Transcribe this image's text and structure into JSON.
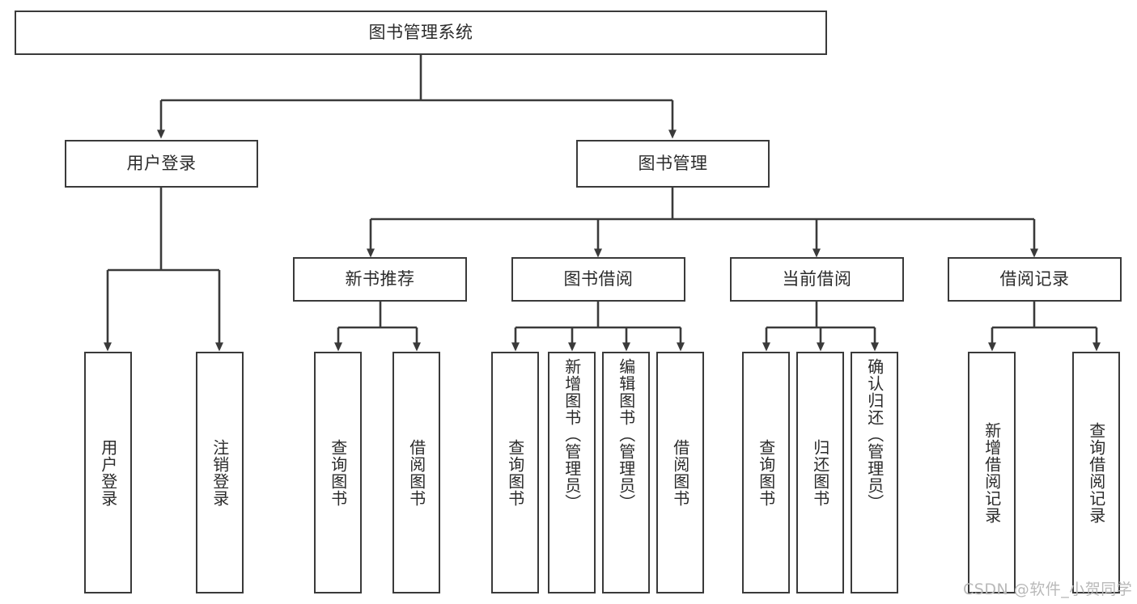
{
  "diagram": {
    "title": "图书管理系统",
    "type": "tree",
    "colors": {
      "stroke": "#3a3a3a",
      "fill": "#ffffff",
      "text": "#2b2b2b",
      "watermark": "#b9b9b9"
    },
    "root": {
      "label": "图书管理系统"
    },
    "level2": [
      {
        "label": "用户登录"
      },
      {
        "label": "图书管理"
      }
    ],
    "level3": [
      {
        "label": "新书推荐"
      },
      {
        "label": "图书借阅"
      },
      {
        "label": "当前借阅"
      },
      {
        "label": "借阅记录"
      }
    ],
    "leaves": {
      "user_login": [
        {
          "label": "用户登录"
        },
        {
          "label": "注销登录"
        }
      ],
      "new_book": [
        {
          "label": "查询图书"
        },
        {
          "label": "借阅图书"
        }
      ],
      "book_borrow": [
        {
          "label": "查询图书"
        },
        {
          "label": "新增图书（管理员）"
        },
        {
          "label": "编辑图书（管理员）"
        },
        {
          "label": "借阅图书"
        }
      ],
      "current_borrow": [
        {
          "label": "查询图书"
        },
        {
          "label": "归还图书"
        },
        {
          "label": "确认归还（管理员）"
        }
      ],
      "borrow_record": [
        {
          "label": "新增借阅记录"
        },
        {
          "label": "查询借阅记录"
        }
      ]
    },
    "watermark": "CSDN @软件_小贺同学"
  }
}
